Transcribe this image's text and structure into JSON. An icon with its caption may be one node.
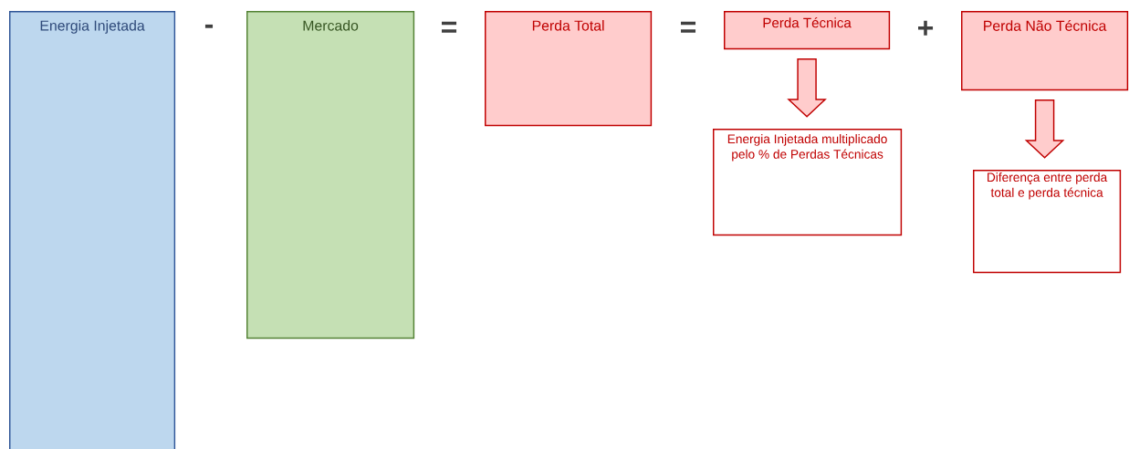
{
  "diagram": {
    "nodes": [
      {
        "text": [
          "Energia Injetada"
        ]
      },
      {
        "text": [
          "Mercado"
        ]
      },
      {
        "text": [
          "Perda Total"
        ]
      },
      {
        "text": [
          "Perda Técnica"
        ]
      },
      {
        "text": [
          "Perda Não Técnica"
        ]
      },
      {
        "text": [
          "Energia Injetada multiplicado pelo % de Perdas Técnicas"
        ]
      },
      {
        "text": [
          "Diferença entre perda total e perda técnica"
        ]
      }
    ],
    "edges": [
      {
        "from": 3,
        "to": 5,
        "arrow": "to"
      },
      {
        "from": 4,
        "to": 6,
        "arrow": "to"
      }
    ],
    "labels": [
      "-",
      "=",
      "=",
      "+"
    ]
  }
}
